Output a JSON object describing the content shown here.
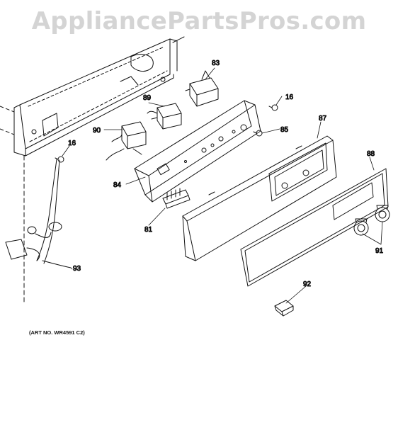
{
  "watermark": "AppliancePartsPros.com",
  "art_note": "(ART NO. WR4591 C2)",
  "callouts": {
    "c16a": "16",
    "c16b": "16",
    "c81": "81",
    "c83": "83",
    "c84": "84",
    "c85": "85",
    "c87": "87",
    "c88": "88",
    "c89": "89",
    "c90": "90",
    "c91": "91",
    "c92": "92",
    "c93": "93"
  }
}
